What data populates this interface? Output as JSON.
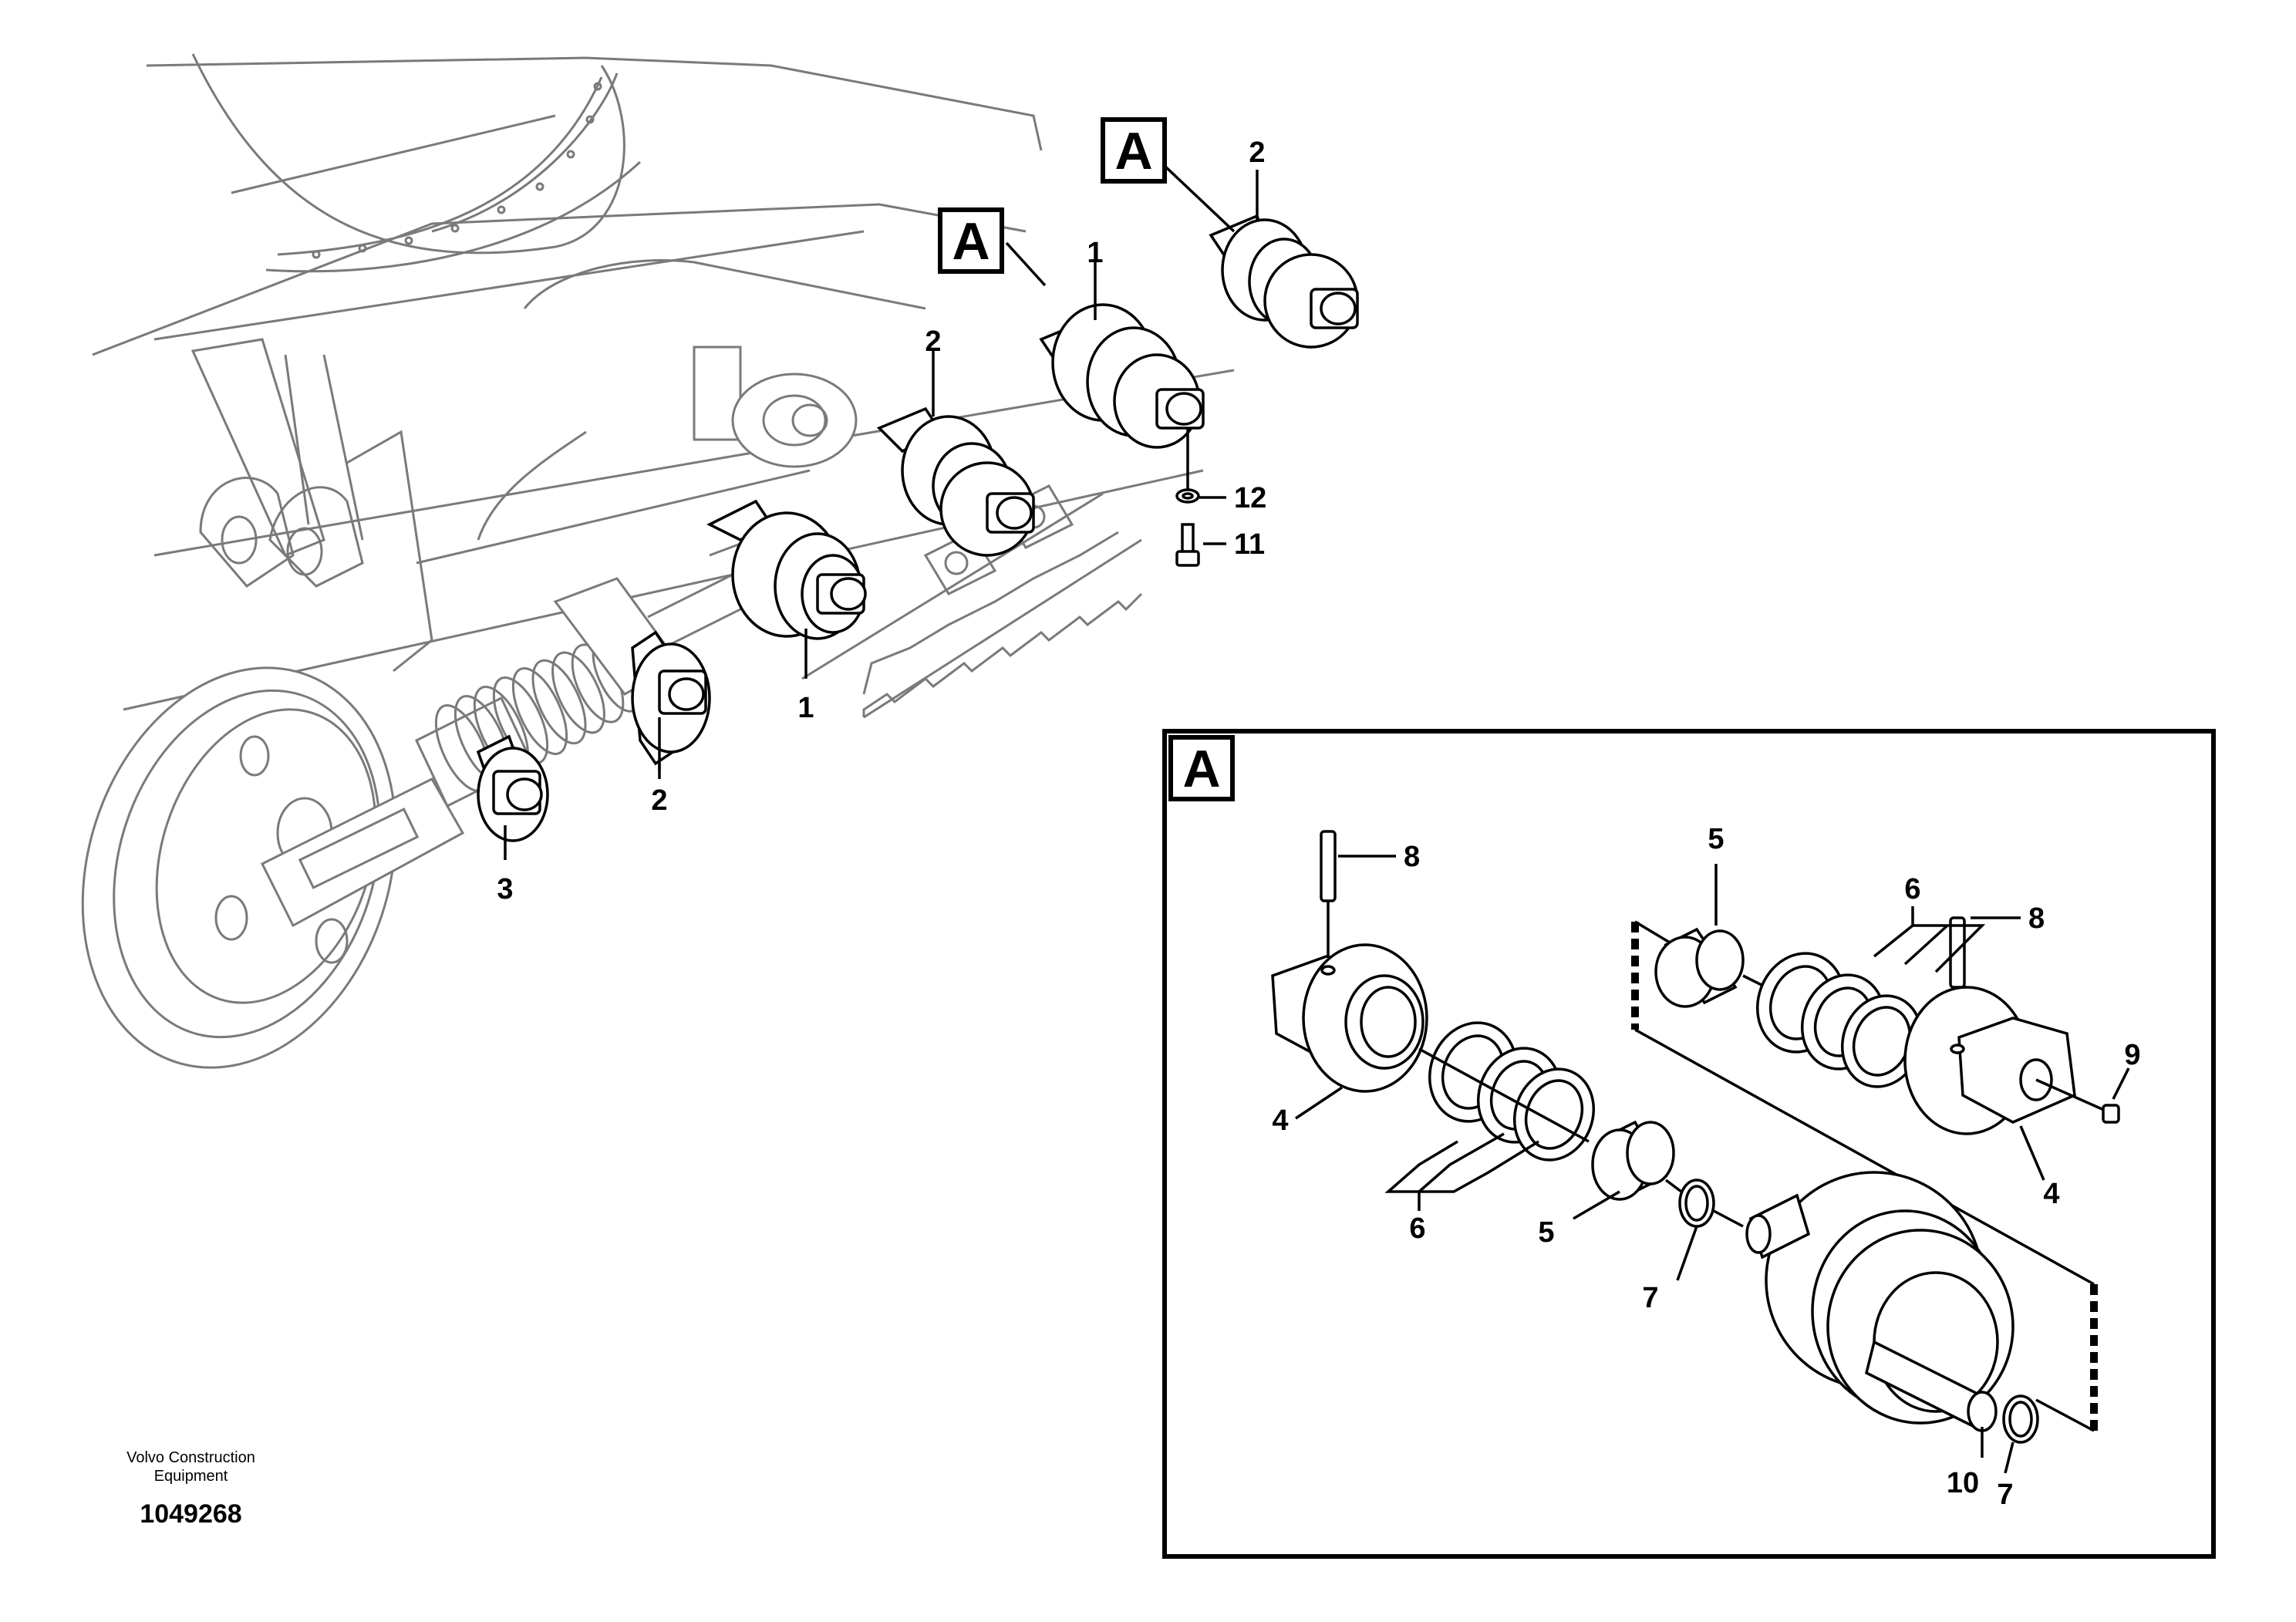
{
  "drawing": {
    "section_tag": "A",
    "callouts_overview": [
      "1",
      "1",
      "2",
      "2",
      "2",
      "3",
      "11",
      "12"
    ],
    "callouts_detail": [
      "4",
      "4",
      "5",
      "5",
      "6",
      "6",
      "7",
      "7",
      "8",
      "8",
      "9",
      "10"
    ]
  },
  "footer": {
    "company": "Volvo Construction\nEquipment",
    "drawing_number": "1049268"
  }
}
